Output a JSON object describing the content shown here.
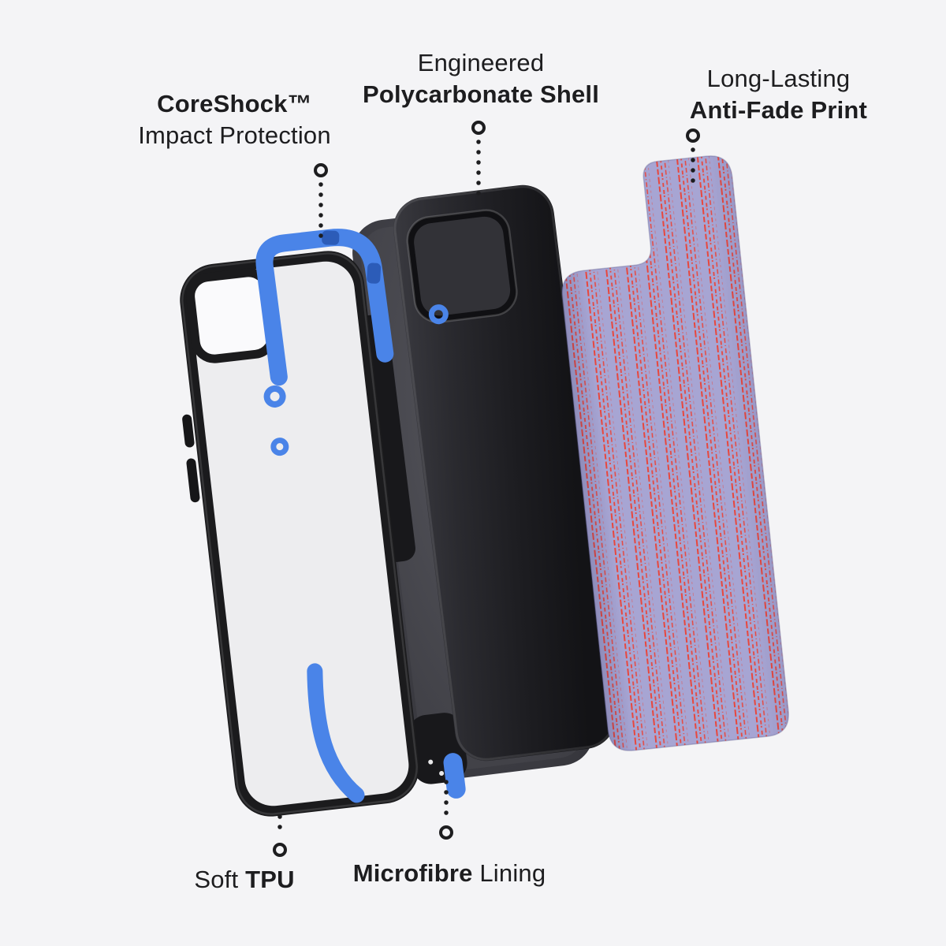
{
  "page": {
    "background": "#f4f4f6",
    "description": "Exploded view of a layered phone case with feature callouts"
  },
  "colors": {
    "ink": "#1d1d1f",
    "accent_blue": "#4a84e8",
    "shell_black": "#1d1d21",
    "lining_gray": "#3e3e44",
    "print_lavender": "#a7a5d3",
    "print_red": "#e8473d"
  },
  "callouts": {
    "coreshock": {
      "title": "CoreShock™",
      "subtitle": "Impact Protection"
    },
    "polycarbonate": {
      "pre": "Engineered",
      "title": "Polycarbonate Shell"
    },
    "antifade": {
      "pre": "Long-Lasting",
      "title": "Anti-Fade Print"
    },
    "tpu": {
      "pre": "Soft ",
      "title": "TPU"
    },
    "microfibre": {
      "title": "Microfibre",
      "post": " Lining"
    }
  },
  "layers": [
    {
      "name": "clear-tpu-case",
      "label_refs": [
        "coreshock",
        "tpu"
      ]
    },
    {
      "name": "microfibre-lining-layer",
      "label_refs": [
        "microfibre"
      ]
    },
    {
      "name": "polycarbonate-shell-layer",
      "label_refs": [
        "polycarbonate"
      ]
    },
    {
      "name": "anti-fade-print-sheet",
      "label_refs": [
        "antifade"
      ]
    }
  ]
}
